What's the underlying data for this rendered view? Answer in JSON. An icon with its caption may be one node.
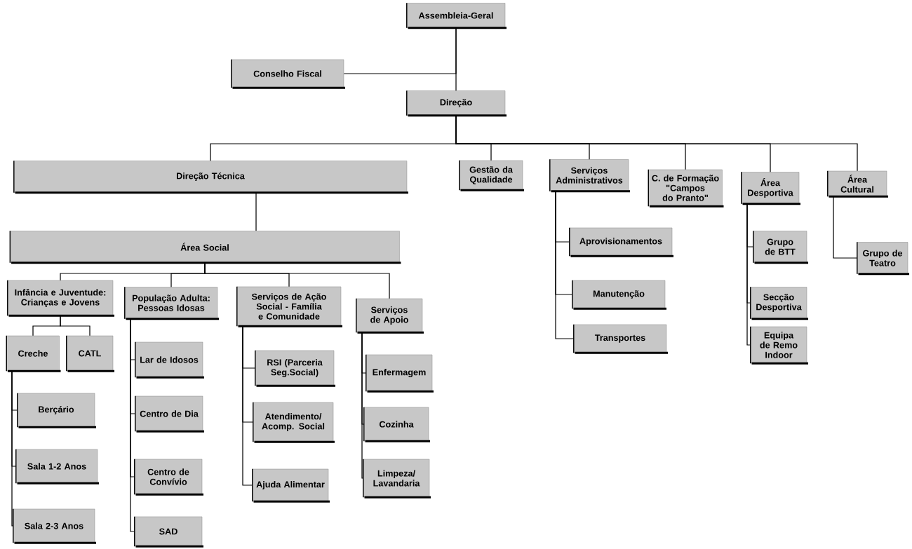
{
  "diagram": {
    "nodes": [
      {
        "text": [
          "Assembleia-Geral"
        ]
      },
      {
        "text": [
          "Conselho Fiscal"
        ]
      },
      {
        "text": [
          "Direção"
        ]
      },
      {
        "text": [
          "Direção Técnica"
        ]
      },
      {
        "text": [
          "Gestão da Qualidade"
        ]
      },
      {
        "text": [
          "Serviços Administrativos"
        ]
      },
      {
        "text": [
          "C. de Formação \"Campos do Pranto\""
        ]
      },
      {
        "text": [
          "Área Desportiva"
        ]
      },
      {
        "text": [
          "Área Cultural"
        ]
      },
      {
        "text": [
          "Área Social"
        ]
      },
      {
        "text": [
          "Infância e Juventude: Crianças e Jovens"
        ]
      },
      {
        "text": [
          "População Adulta: Pessoas Idosas"
        ]
      },
      {
        "text": [
          "Serviços de Ação Social - Família e Comunidade"
        ]
      },
      {
        "text": [
          "Serviços de Apoio"
        ]
      },
      {
        "text": [
          "Creche"
        ]
      },
      {
        "text": [
          "CATL"
        ]
      },
      {
        "text": [
          "Berçário"
        ]
      },
      {
        "text": [
          "Sala 1-2 Anos"
        ]
      },
      {
        "text": [
          "Sala 2-3 Anos"
        ]
      },
      {
        "text": [
          "Lar de Idosos"
        ]
      },
      {
        "text": [
          "Centro de Dia"
        ]
      },
      {
        "text": [
          "Centro de Convívio"
        ]
      },
      {
        "text": [
          "SAD"
        ]
      },
      {
        "text": [
          "RSI (Parceria Seg.Social)"
        ]
      },
      {
        "text": [
          "Atendimento/ Acomp. Social"
        ]
      },
      {
        "text": [
          "Ajuda Alimentar"
        ]
      },
      {
        "text": [
          "Enfermagem"
        ]
      },
      {
        "text": [
          "Cozinha"
        ]
      },
      {
        "text": [
          "Limpeza/ Lavandaria"
        ]
      },
      {
        "text": [
          "Aprovisionamentos"
        ]
      },
      {
        "text": [
          "Manutenção"
        ]
      },
      {
        "text": [
          "Transportes"
        ]
      },
      {
        "text": [
          "Grupo de BTT"
        ]
      },
      {
        "text": [
          "Secção Desportiva"
        ]
      },
      {
        "text": [
          "Equipa de Remo Indoor"
        ]
      },
      {
        "text": [
          "Grupo de Teatro"
        ]
      }
    ],
    "edges": [
      {
        "from": 0,
        "to": 1,
        "arrow": "none"
      },
      {
        "from": 0,
        "to": 2,
        "arrow": "none"
      },
      {
        "from": 2,
        "to": 3,
        "arrow": "none"
      },
      {
        "from": 2,
        "to": 4,
        "arrow": "none"
      },
      {
        "from": 2,
        "to": 5,
        "arrow": "none"
      },
      {
        "from": 2,
        "to": 6,
        "arrow": "none"
      },
      {
        "from": 2,
        "to": 7,
        "arrow": "none"
      },
      {
        "from": 2,
        "to": 8,
        "arrow": "none"
      },
      {
        "from": 3,
        "to": 9,
        "arrow": "none"
      },
      {
        "from": 9,
        "to": 10,
        "arrow": "none"
      },
      {
        "from": 9,
        "to": 11,
        "arrow": "none"
      },
      {
        "from": 9,
        "to": 12,
        "arrow": "none"
      },
      {
        "from": 9,
        "to": 13,
        "arrow": "none"
      },
      {
        "from": 10,
        "to": 14,
        "arrow": "none"
      },
      {
        "from": 10,
        "to": 15,
        "arrow": "none"
      },
      {
        "from": 14,
        "to": 16,
        "arrow": "none"
      },
      {
        "from": 14,
        "to": 17,
        "arrow": "none"
      },
      {
        "from": 14,
        "to": 18,
        "arrow": "none"
      },
      {
        "from": 11,
        "to": 19,
        "arrow": "none"
      },
      {
        "from": 11,
        "to": 20,
        "arrow": "none"
      },
      {
        "from": 11,
        "to": 21,
        "arrow": "none"
      },
      {
        "from": 11,
        "to": 22,
        "arrow": "none"
      },
      {
        "from": 12,
        "to": 23,
        "arrow": "none"
      },
      {
        "from": 12,
        "to": 24,
        "arrow": "none"
      },
      {
        "from": 12,
        "to": 25,
        "arrow": "none"
      },
      {
        "from": 13,
        "to": 26,
        "arrow": "none"
      },
      {
        "from": 13,
        "to": 27,
        "arrow": "none"
      },
      {
        "from": 13,
        "to": 28,
        "arrow": "none"
      },
      {
        "from": 5,
        "to": 29,
        "arrow": "none"
      },
      {
        "from": 5,
        "to": 30,
        "arrow": "none"
      },
      {
        "from": 5,
        "to": 31,
        "arrow": "none"
      },
      {
        "from": 7,
        "to": 32,
        "arrow": "none"
      },
      {
        "from": 7,
        "to": 33,
        "arrow": "none"
      },
      {
        "from": 7,
        "to": 34,
        "arrow": "none"
      },
      {
        "from": 8,
        "to": 35,
        "arrow": "none"
      }
    ]
  }
}
